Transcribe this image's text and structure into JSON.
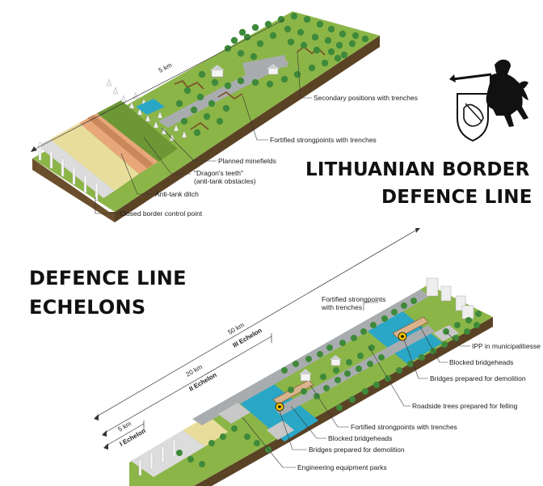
{
  "titles": {
    "main_line1": "LITHUANIAN BORDER",
    "main_line2": "DEFENCE LINE",
    "echelons_line1": "DEFENCE LINE",
    "echelons_line2": "ECHELONS"
  },
  "top_diagram": {
    "distance": "5 km",
    "labels": {
      "secondary_positions": "Secondary positions with trenches",
      "fortified_strongpoints": "Fortified strongpoints with trenches",
      "planned_minefields": "Planned minefields",
      "dragons_teeth_1": "\"Dragon's teeth\"",
      "dragons_teeth_2": "(anti-tank obstacles)",
      "anti_tank_ditch": "Anti-tank ditch",
      "closed_border_point": "Closed border control point"
    }
  },
  "bottom_diagram": {
    "echelons": [
      {
        "distance": "50 km",
        "name": "III Echelon"
      },
      {
        "distance": "20 km",
        "name": "II Echelon"
      },
      {
        "distance": "5 km",
        "name": "I Echelon"
      }
    ],
    "labels": {
      "fortified_top_1": "Fortified strongpoints",
      "fortified_top_2": "with trenches",
      "ipp": "IPP in municipalitiesse",
      "blocked_bridgeheads_right": "Blocked bridgeheads",
      "bridges_demolition_right": "Bridges prepared for demolition",
      "roadside_trees": "Roadside trees prepared for felling",
      "fortified_bottom": "Fortified strongpoints with trenches",
      "blocked_bridgeheads_left": "Blocked bridgeheads",
      "bridges_demolition_left": "Bridges prepared for demolition",
      "engineering_parks": "Engineering equipment parks"
    }
  },
  "colors": {
    "grass": "#8cb548",
    "grass_dark": "#6d9634",
    "earth_side": "#6b4f2c",
    "water": "#2aa7c6",
    "road": "#a9acaf",
    "sand": "#e9dd9c",
    "ditch": "#e7a779",
    "tree": "#3f8a3a",
    "leader": "#333333"
  }
}
